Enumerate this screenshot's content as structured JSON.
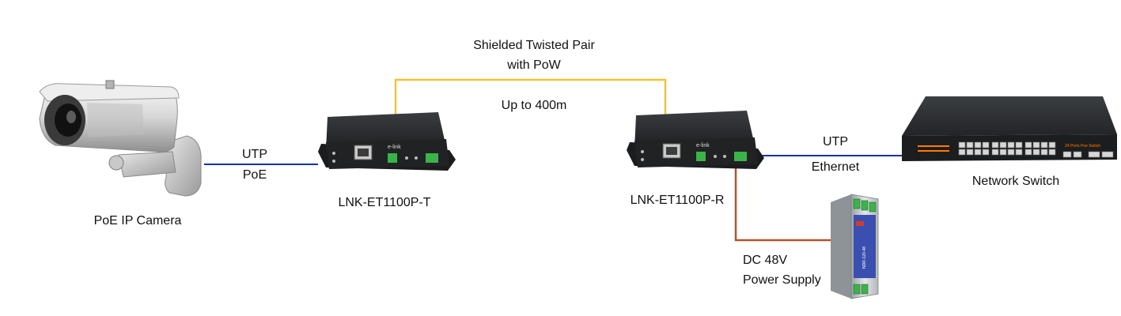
{
  "colors": {
    "utp_link": "#1c2fb0",
    "coax_link": "#f2c531",
    "power_link": "#b5532b",
    "device_body": "#2a2c2e",
    "switch_port_accent": "#ff7a00",
    "psu_blue": "#3a4fb0",
    "psu_terminal": "#3bb34a"
  },
  "devices": {
    "camera": {
      "label": "PoE IP Camera",
      "icon": "bullet-camera-icon"
    },
    "transmitter": {
      "label": "LNK-ET1100P-T",
      "icon": "ethernet-extender-icon",
      "brand": "e-link"
    },
    "receiver": {
      "label": "LNK-ET1100P-R",
      "icon": "ethernet-extender-icon",
      "brand": "e-link"
    },
    "switch": {
      "label": "Network Switch",
      "icon": "network-switch-icon",
      "panel_text": "24 Ports Poe Switch"
    },
    "power_supply": {
      "label_line1": "DC 48V",
      "label_line2": "Power Supply",
      "icon": "din-rail-psu-icon",
      "model_text": "NDR-120-48"
    }
  },
  "links": {
    "camera_link": {
      "label_top": "UTP",
      "label_bottom": "PoE"
    },
    "pair_link": {
      "label_line1": "Shielded Twisted Pair",
      "label_line2": "with PoW",
      "distance": "Up to 400m"
    },
    "switch_link": {
      "label_top": "UTP",
      "label_bottom": "Ethernet"
    }
  }
}
